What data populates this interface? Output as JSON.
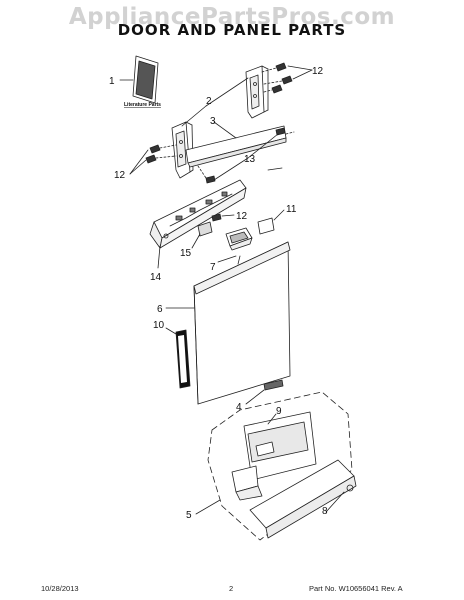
{
  "watermark": "AppliancePartsPros.com",
  "title": "DOOR AND PANEL PARTS",
  "literature_caption": "Literature Parts",
  "callouts": {
    "c1": "1",
    "c2a": "2",
    "c3": "3",
    "c12a": "12",
    "c12b": "12",
    "c13": "13",
    "c12c": "12",
    "c11": "11",
    "c14": "14",
    "c15": "15",
    "c7": "7",
    "c6": "6",
    "c10": "10",
    "c4": "4",
    "c9": "9",
    "c5": "5",
    "c8": "8"
  },
  "footer": {
    "date": "10/28/2013",
    "page": "2",
    "part_no": "Part No. W10656041  Rev. A"
  }
}
